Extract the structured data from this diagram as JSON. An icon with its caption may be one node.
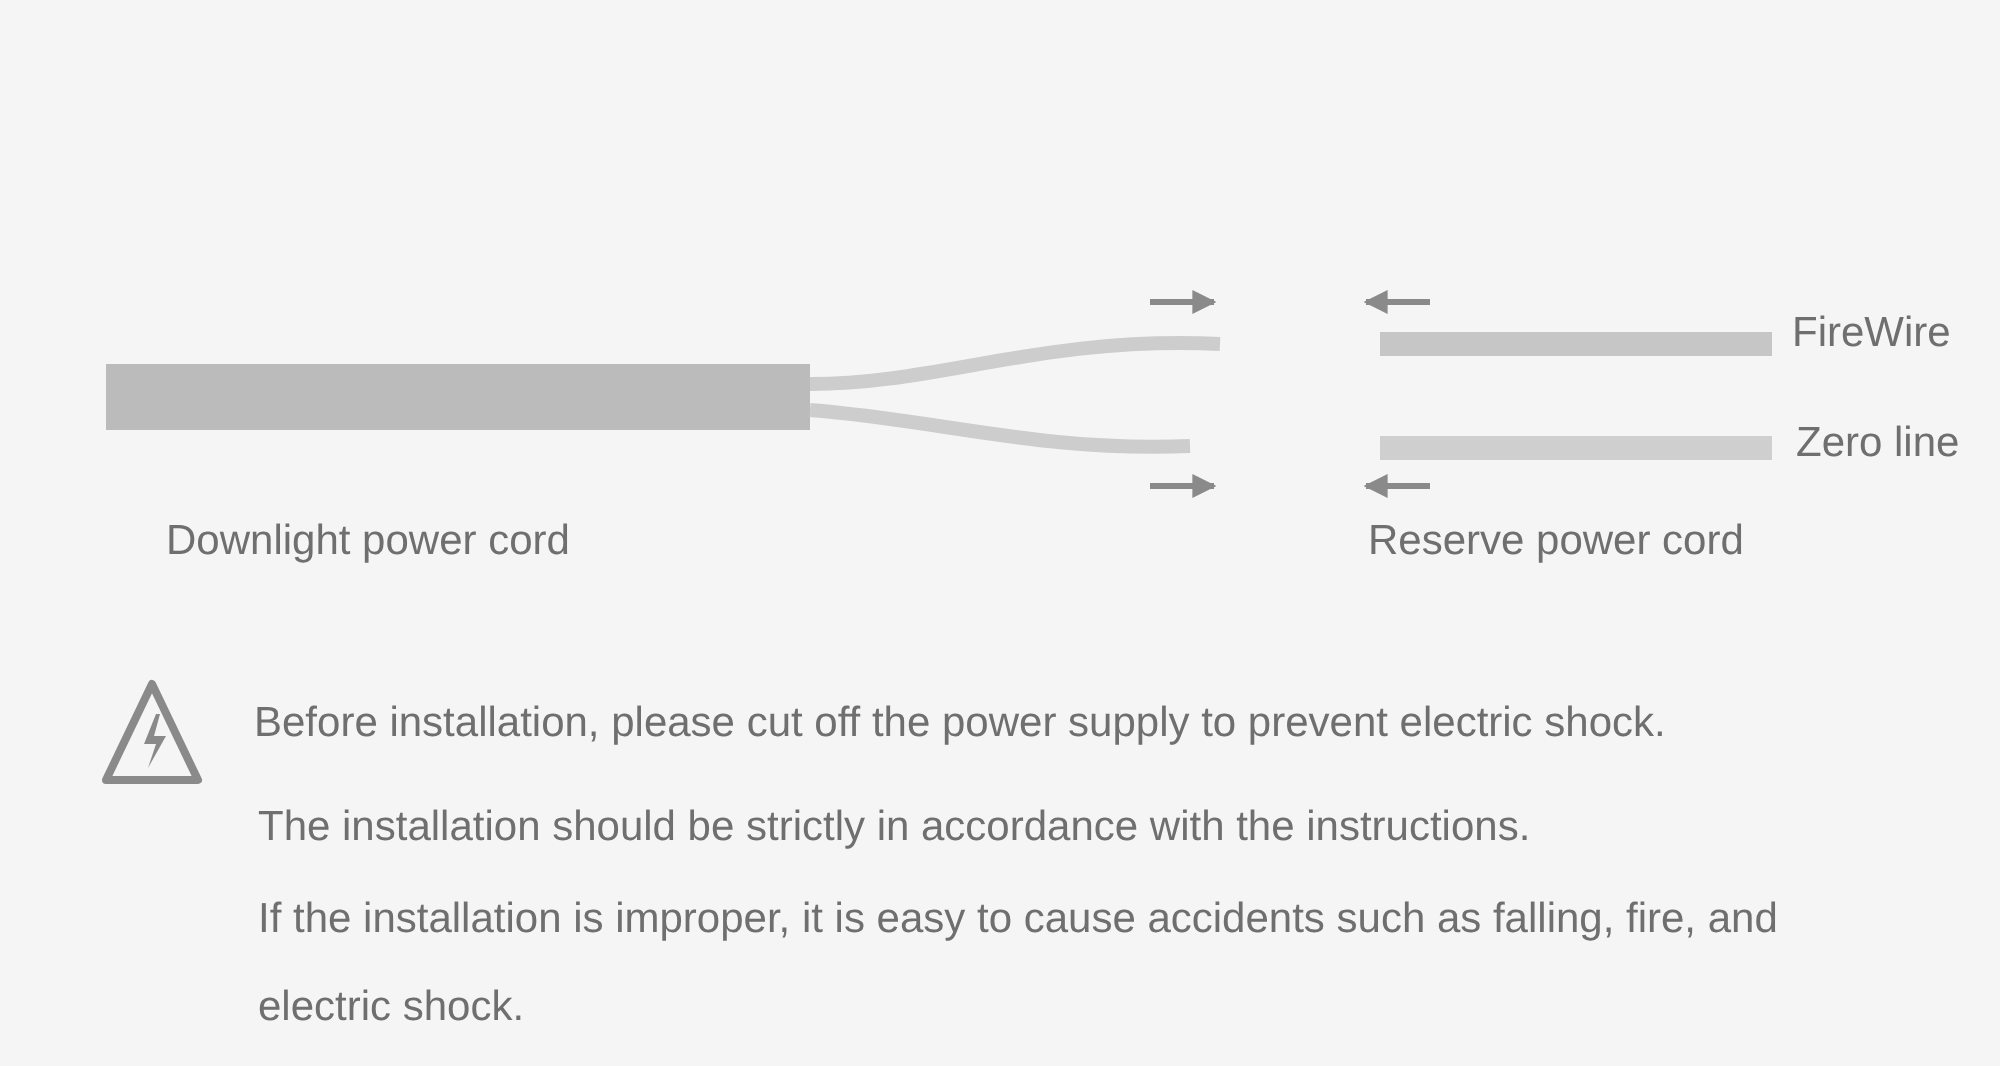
{
  "diagram": {
    "labels": [
      "FireWire",
      "Zero line",
      "Downlight power cord",
      "Reserve power cord",
      "Before installation, please cut off the power supply to prevent electric shock.",
      "The installation should be strictly in accordance with the instructions.",
      "If the installation is improper, it is easy to cause accidents such as falling, fire, and electric shock."
    ]
  }
}
